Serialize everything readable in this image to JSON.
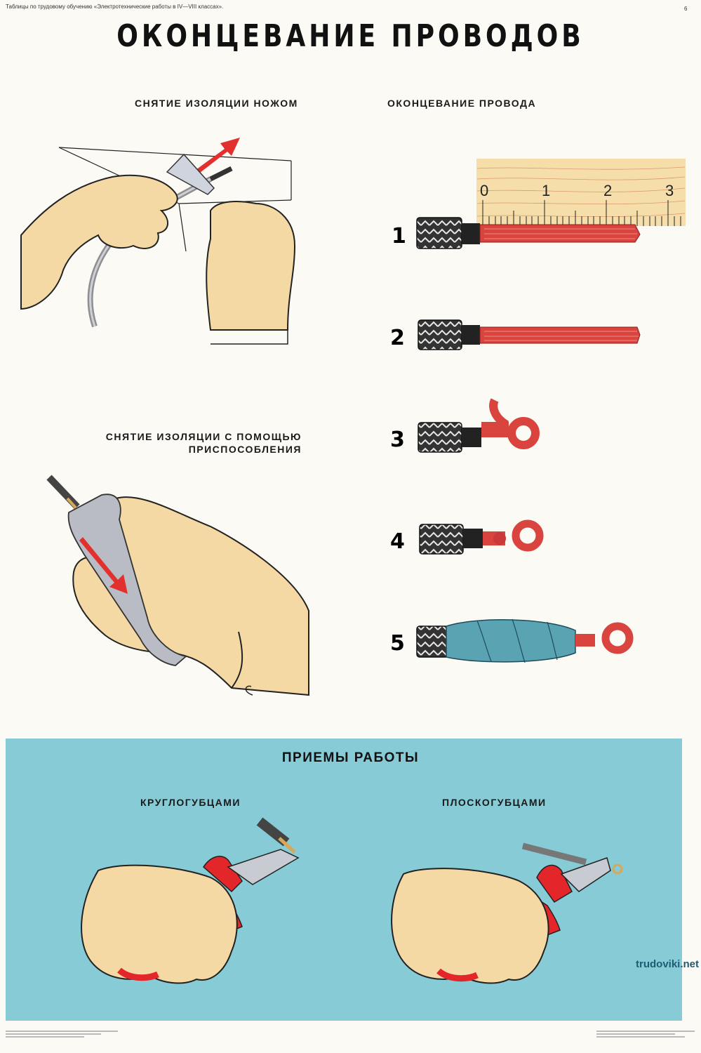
{
  "header": {
    "series": "Таблицы по трудовому обучению «Электротехнические работы в IV—VIII классах».",
    "page_number": "6",
    "title": "ОКОНЦЕВАНИЕ ПРОВОДОВ"
  },
  "sections": {
    "knife": "СНЯТИЕ ИЗОЛЯЦИИ НОЖОМ",
    "ending": "ОКОНЦЕВАНИЕ ПРОВОДА",
    "tool_line1": "СНЯТИЕ ИЗОЛЯЦИИ С ПОМОЩЬЮ",
    "tool_line2": "ПРИСПОСОБЛЕНИЯ"
  },
  "ruler": {
    "ticks": [
      "0",
      "1",
      "2",
      "3"
    ]
  },
  "steps": [
    "1",
    "2",
    "3",
    "4",
    "5"
  ],
  "work_panel": {
    "title": "ПРИЕМЫ РАБОТЫ",
    "round_nose": "КРУГЛОГУБЦАМИ",
    "flat_nose": "ПЛОСКОГУБЦАМИ"
  },
  "watermark": "trudoviki.net",
  "colors": {
    "paper": "#fbfaf4",
    "panel": "#86cbd5",
    "skin": "#f5d9a4",
    "wire": "#d9443f",
    "tool_gray": "#b9bcc4",
    "plier_handle": "#e3262a",
    "tape": "#5aa3b3",
    "ruler_wood": "#f6deaa"
  }
}
